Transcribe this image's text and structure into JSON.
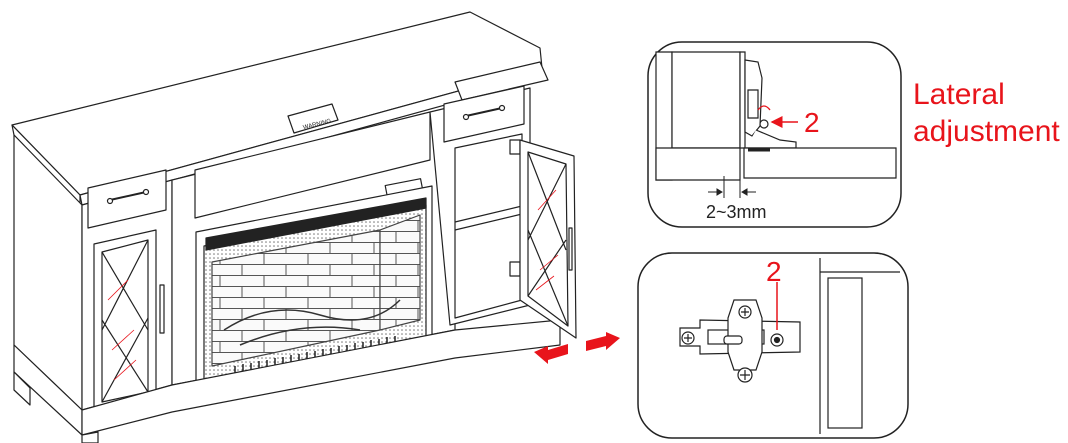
{
  "fireplace": {
    "warning_label": "WARNING"
  },
  "detail_top": {
    "step_number": "2",
    "gap_label": "2~3mm"
  },
  "detail_bottom": {
    "step_number": "2"
  },
  "caption": {
    "line1": "Lateral",
    "line2": "adjustment"
  },
  "colors": {
    "accent": "#e8141b",
    "line": "#222222"
  }
}
